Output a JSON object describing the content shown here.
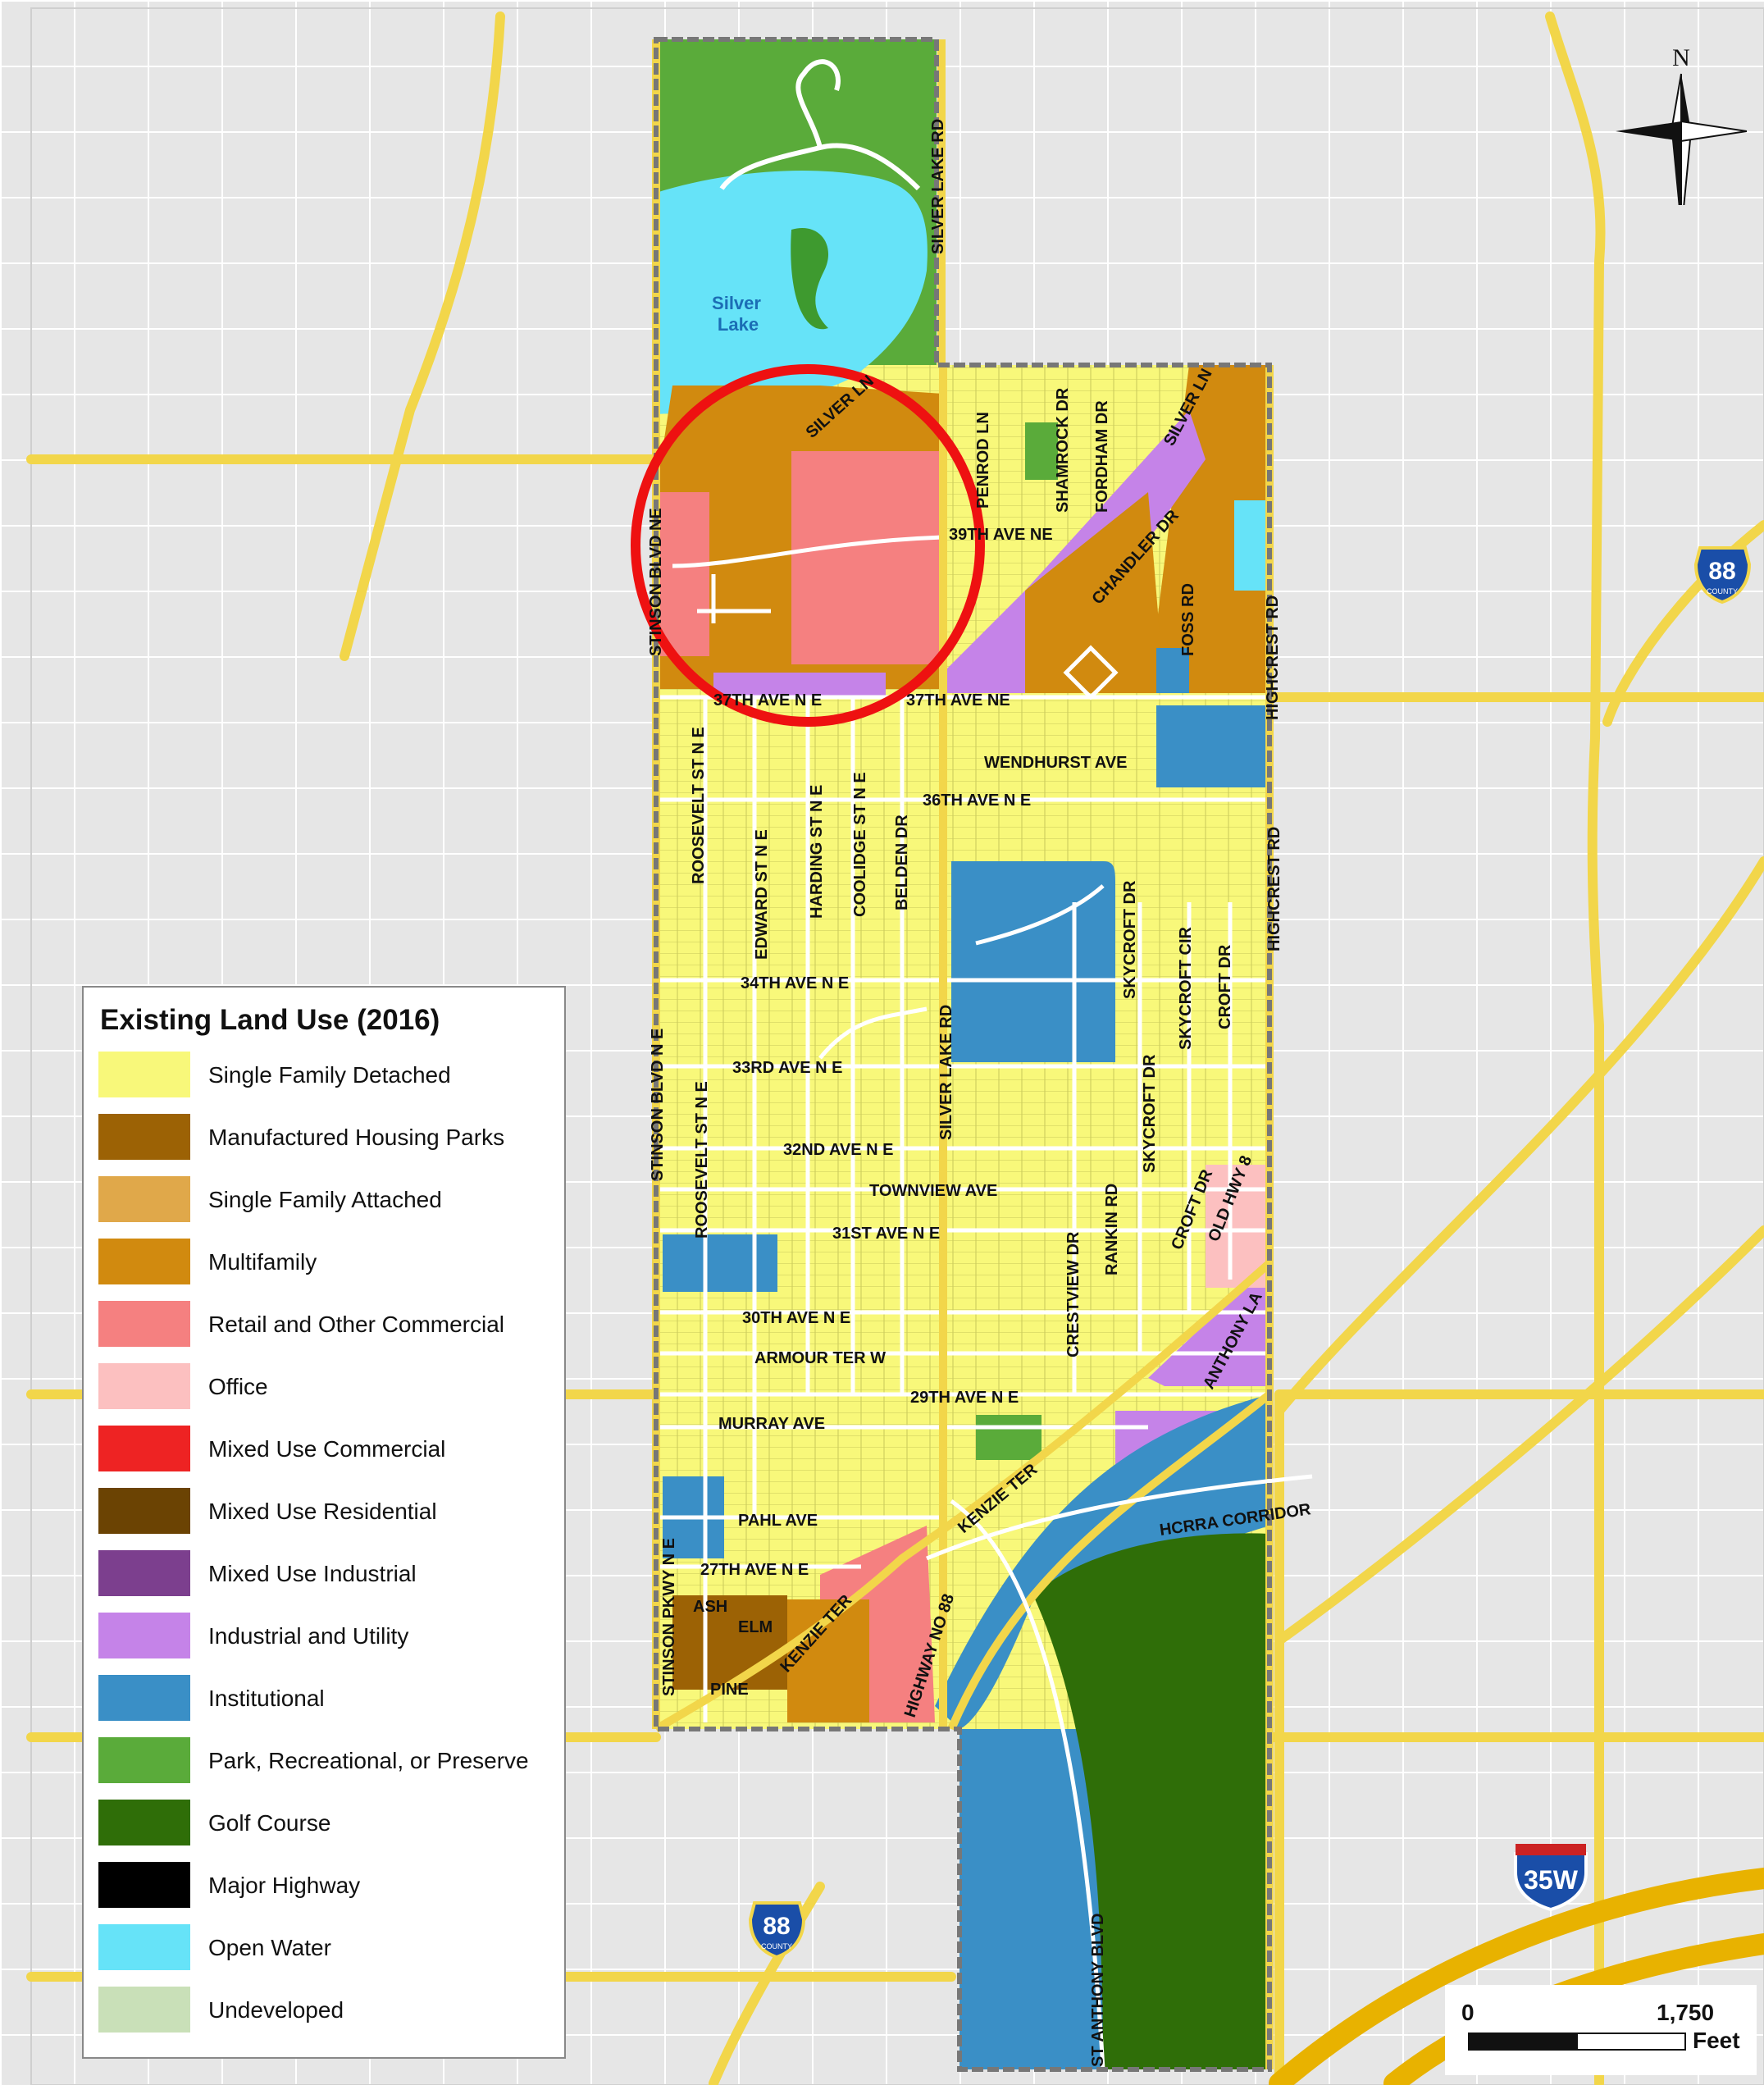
{
  "map": {
    "water_label": [
      "Silver",
      "Lake"
    ],
    "streets": {
      "silver_lake_rd_n": "SILVER LAKE RD",
      "silver_lake_rd_s": "SILVER LAKE RD",
      "silver_ln": "SILVER LN",
      "silver_ln_e": "SILVER LN",
      "penrod_ln": "PENROD LN",
      "shamrock_dr": "SHAMROCK DR",
      "fordham_dr": "FORDHAM DR",
      "ave_39th": "39TH AVE NE",
      "chandler_dr": "CHANDLER DR",
      "foss_rd": "FOSS RD",
      "highcrest_rd_n": "HIGHCREST RD",
      "highcrest_rd_s": "HIGHCREST RD",
      "stinson_blvd_n": "STINSON BLVD NE",
      "ave_37th_w": "37TH AVE N E",
      "ave_37th_e": "37TH AVE NE",
      "wendhurst_ave": "WENDHURST AVE",
      "ave_36th": "36TH AVE N E",
      "roosevelt_st_n": "ROOSEVELT ST N E",
      "edward_st": "EDWARD ST N E",
      "harding_st": "HARDING ST N E",
      "coolidge_st": "COOLIDGE ST N E",
      "belden_dr": "BELDEN DR",
      "skycroft_dr_n": "SKYCROFT DR",
      "skycroft_cir": "SKYCROFT CIR",
      "croft_dr_n": "CROFT DR",
      "ave_34th": "34TH AVE N E",
      "ave_33rd": "33RD AVE N E",
      "stinson_blvd_s": "STINSON BLVD N E",
      "roosevelt_st_s": "ROOSEVELT ST N E",
      "skycroft_dr_s": "SKYCROFT DR",
      "ave_32nd": "32ND AVE N E",
      "townview_ave": "TOWNVIEW AVE",
      "croft_dr_s": "CROFT DR",
      "old_hwy_8": "OLD HWY 8",
      "rankin_rd": "RANKIN RD",
      "crestview_dr": "CRESTVIEW DR",
      "ave_31st": "31ST AVE N E",
      "ave_30th": "30TH AVE N E",
      "armour_ter": "ARMOUR TER W",
      "anthony_la": "ANTHONY LA",
      "ave_29th": "29TH AVE N E",
      "murray_ave": "MURRAY AVE",
      "kenzie_ter_n": "KENZIE TER",
      "hcrra": "HCRRA CORRIDOR",
      "pahl_ave": "PAHL AVE",
      "stinson_pkwy": "STINSON PKWY N E",
      "ave_27th": "27TH AVE N E",
      "ash": "ASH",
      "elm": "ELM",
      "kenzie_ter_s": "KENZIE TER",
      "pine": "PINE",
      "highway_88": "HIGHWAY NO 88",
      "st_anthony_blvd": "ST ANTHONY BLVD"
    },
    "shields": [
      {
        "number": "88",
        "sub": "COUNTY"
      },
      {
        "number": "88",
        "sub": "COUNTY"
      },
      {
        "number": "35W",
        "sub": ""
      }
    ]
  },
  "north_arrow": {
    "label": "N"
  },
  "scale_bar": {
    "start": "0",
    "end": "1,750",
    "unit": "Feet"
  },
  "legend": {
    "title": "Existing Land Use (2016)",
    "items": [
      {
        "label": "Single Family Detached",
        "color": "#f8f87a"
      },
      {
        "label": "Manufactured Housing Parks",
        "color": "#9c6205"
      },
      {
        "label": "Single Family Attached",
        "color": "#e0a84a"
      },
      {
        "label": "Multifamily",
        "color": "#d18a0f"
      },
      {
        "label": "Retail and Other Commercial",
        "color": "#f58080"
      },
      {
        "label": "Office",
        "color": "#fcc0c0"
      },
      {
        "label": "Mixed Use Commercial",
        "color": "#ee2323"
      },
      {
        "label": "Mixed Use Residential",
        "color": "#6b4303"
      },
      {
        "label": "Mixed Use Industrial",
        "color": "#7c3f8e"
      },
      {
        "label": "Industrial and Utility",
        "color": "#c583e8"
      },
      {
        "label": "Institutional",
        "color": "#3a8fc6"
      },
      {
        "label": "Park, Recreational, or Preserve",
        "color": "#5aab3a"
      },
      {
        "label": "Golf Course",
        "color": "#2f6e08"
      },
      {
        "label": "Major Highway",
        "color": "#000000"
      },
      {
        "label": "Open Water",
        "color": "#66e3f8"
      },
      {
        "label": "Undeveloped",
        "color": "#c9e0b8"
      }
    ]
  },
  "colors": {
    "background": "#e6e6e6",
    "road": "#f2d64a",
    "boundary": "#777777",
    "highlight": "#ee1111"
  }
}
